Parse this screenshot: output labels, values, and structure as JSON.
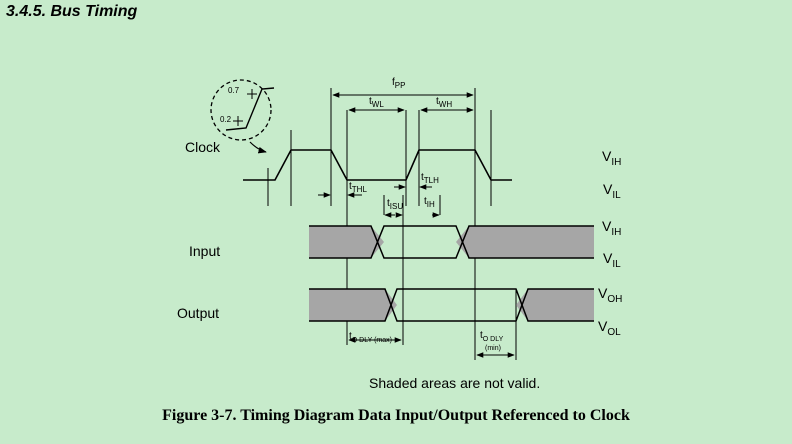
{
  "section_title": "3.4.5. Bus Timing",
  "figure_caption": "Figure 3-7.  Timing Diagram Data Input/Output Referenced to Clock",
  "note": "Shaded areas are not valid.",
  "signals": {
    "clock": "Clock",
    "input": "Input",
    "output": "Output"
  },
  "levels": {
    "vih": "V",
    "vih_sub": "IH",
    "vil": "V",
    "vil_sub": "IL",
    "voh": "V",
    "voh_sub": "OH",
    "vol": "V",
    "vol_sub": "OL"
  },
  "inset": {
    "high": "0.7",
    "low": "0.2"
  },
  "params": {
    "fpp": "f",
    "fpp_sub": "PP",
    "twl": "t",
    "twl_sub": "WL",
    "twh": "t",
    "twh_sub": "WH",
    "tthl": "t",
    "tthl_sub": "THL",
    "ttlh": "t",
    "ttlh_sub": "TLH",
    "tisu": "t",
    "tisu_sub": "ISU",
    "tih": "t",
    "tih_sub": "IH",
    "todly_max": "t",
    "todly_max_sub": "O DLY (max)",
    "todly_min": "t",
    "todly_min_sub": "O DLY",
    "todly_min_sub2": "(min)"
  },
  "colors": {
    "background": "#c7ebcb",
    "shade": "#a6a6a6",
    "ink": "#000000"
  }
}
